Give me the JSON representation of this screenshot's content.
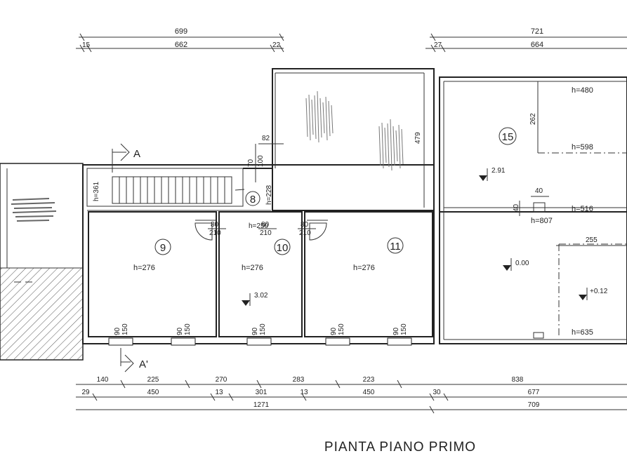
{
  "title": "PIANTA PIANO PRIMO",
  "top_dims": {
    "left_total": "699",
    "left_a": "15",
    "left_b": "662",
    "left_c": "22",
    "right_total": "721",
    "right_a": "27",
    "right_b": "664"
  },
  "bottom_dims": {
    "row1": [
      "140",
      "225",
      "270",
      "283",
      "223",
      "838"
    ],
    "row2": [
      "29",
      "450",
      "13",
      "301",
      "13",
      "450",
      "30",
      "677"
    ],
    "row3": [
      "1271",
      "709"
    ]
  },
  "section_marks": {
    "a": "A",
    "a_prime": "A'"
  },
  "rooms": [
    {
      "num": "9",
      "height": "h=276"
    },
    {
      "num": "10",
      "height": "h=276"
    },
    {
      "num": "11",
      "height": "h=276"
    },
    {
      "num": "15"
    },
    {
      "num": "8"
    }
  ],
  "heights": {
    "stairs": "h=361",
    "stair_room": "h=228",
    "corridor": "h=250",
    "r15_a": "h=480",
    "r15_b": "h=598",
    "r15_c": "h=516",
    "r15_d": "h=807",
    "r15_e": "h=635"
  },
  "levels": {
    "l10": "3.02",
    "l15": "2.91",
    "lower": "0.00",
    "right": "+0.12"
  },
  "doors": [
    {
      "w": "80",
      "h": "210"
    },
    {
      "w": "80",
      "h": "210"
    },
    {
      "w": "80",
      "h": "210"
    }
  ],
  "windows": [
    {
      "w": "90",
      "h": "150"
    },
    {
      "w": "90",
      "h": "150"
    },
    {
      "w": "90",
      "h": "150"
    },
    {
      "w": "90",
      "h": "150"
    },
    {
      "w": "90",
      "h": "150"
    }
  ],
  "misc": {
    "d82": "82",
    "d70": "70",
    "d100": "100",
    "d479": "479",
    "d262": "262",
    "d40a": "40",
    "d40b": "40",
    "d255": "255"
  }
}
